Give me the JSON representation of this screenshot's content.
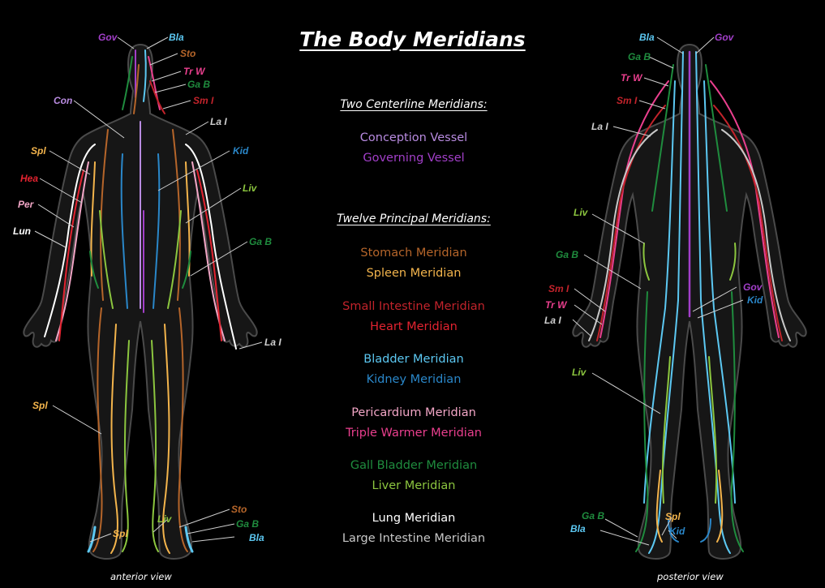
{
  "title": "The Body Meridians",
  "centerline_heading": "Two Centerline Meridians:",
  "principal_heading": "Twelve Principal Meridians:",
  "legend": [
    {
      "label": "Conception Vessel",
      "color": "#b88be0"
    },
    {
      "label": "Governing Vessel",
      "color": "#a23fc9"
    },
    {
      "label": "Stomach Meridian",
      "color": "#b5652a"
    },
    {
      "label": "Spleen Meridian",
      "color": "#f3b44c"
    },
    {
      "label": "Small Intestine Meridian",
      "color": "#c2232b"
    },
    {
      "label": "Heart Meridian",
      "color": "#e32330"
    },
    {
      "label": "Bladder Meridian",
      "color": "#5cc8f2"
    },
    {
      "label": "Kidney Meridian",
      "color": "#2a87c9"
    },
    {
      "label": "Pericardium Meridian",
      "color": "#f2a6c6"
    },
    {
      "label": "Triple Warmer Meridian",
      "color": "#ea3f8e"
    },
    {
      "label": "Gall Bladder Meridian",
      "color": "#1f8c3e"
    },
    {
      "label": "Liver Meridian",
      "color": "#8cc63f"
    },
    {
      "label": "Lung Meridian",
      "color": "#ffffff"
    },
    {
      "label": "Large Intestine Meridian",
      "color": "#c8c8c8"
    }
  ],
  "anterior_caption": "anterior view",
  "posterior_caption": "posterior view",
  "anterior_labels": [
    "Gov",
    "Bla",
    "Sto",
    "Tr W",
    "Ga B",
    "Sm I",
    "Con",
    "La I",
    "Spl",
    "Kid",
    "Hea",
    "Liv",
    "Per",
    "Lun",
    "Ga B",
    "La I",
    "Spl",
    "Sto",
    "Liv",
    "Ga B",
    "Spl",
    "Bla"
  ],
  "posterior_labels": [
    "Bla",
    "Gov",
    "Ga B",
    "Tr W",
    "Sm I",
    "La I",
    "Liv",
    "Ga B",
    "Sm I",
    "Gov",
    "Tr W",
    "Kid",
    "La I",
    "Liv",
    "Ga B",
    "Spl",
    "Bla",
    "Kid"
  ]
}
